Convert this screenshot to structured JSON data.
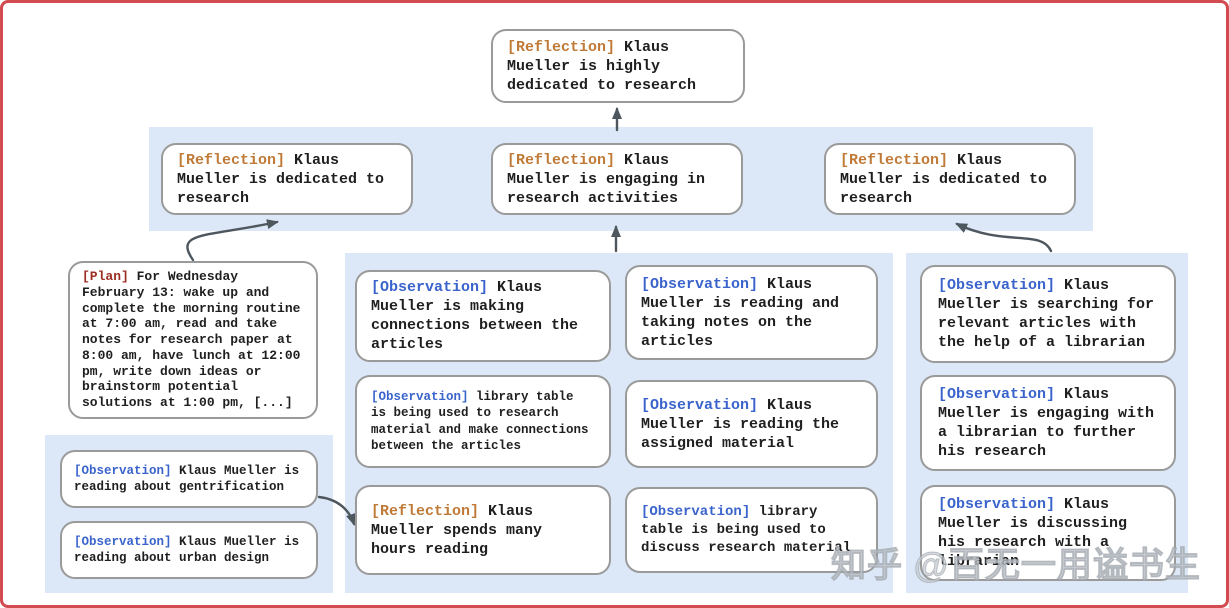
{
  "watermark": "知乎 @百无一用谥书生",
  "colors": {
    "frame_border": "#d24b50",
    "band": "#dce8f7",
    "box_border": "#9a9a9a",
    "reflection_tag": "#c07a38",
    "plan_tag": "#9c2f23",
    "observation_tag": "#3a64cc",
    "arrow": "#4e565e",
    "text": "#1f1f1f"
  },
  "nodes": {
    "top": {
      "tag": "[Reflection]",
      "text": "Klaus Mueller is highly dedicated to research"
    },
    "row2": [
      {
        "tag": "[Reflection]",
        "text": "Klaus Mueller is dedicated to research"
      },
      {
        "tag": "[Reflection]",
        "text": "Klaus Mueller is engaging in research activities"
      },
      {
        "tag": "[Reflection]",
        "text": "Klaus Mueller is dedicated to research"
      }
    ],
    "plan": {
      "tag": "[Plan]",
      "text": "For Wednesday February 13: wake up and complete the morning routine at 7:00 am, read and take notes for research paper at 8:00 am, have lunch at 12:00 pm, write down ideas or brainstorm potential solutions at 1:00 pm, [...]"
    },
    "left_obs": [
      {
        "tag": "[Observation]",
        "text": "Klaus Mueller is reading about gentrification"
      },
      {
        "tag": "[Observation]",
        "text": "Klaus Mueller is reading about urban design"
      }
    ],
    "mid_col1": [
      {
        "tag": "[Observation]",
        "text": "Klaus Mueller is making connections between the articles"
      },
      {
        "tag": "[Observation]",
        "text": "library table is being used to research material and make connections between the articles"
      },
      {
        "tag": "[Reflection]",
        "text": "Klaus Mueller spends many hours reading"
      }
    ],
    "mid_col2": [
      {
        "tag": "[Observation]",
        "text": "Klaus Mueller is reading and taking notes on the articles"
      },
      {
        "tag": "[Observation]",
        "text": "Klaus Mueller is reading the assigned material"
      },
      {
        "tag": "[Observation]",
        "text": "library table is being used to discuss research material"
      }
    ],
    "right_col": [
      {
        "tag": "[Observation]",
        "text": "Klaus Mueller is searching for relevant articles with the help of a librarian"
      },
      {
        "tag": "[Observation]",
        "text": "Klaus Mueller is engaging with a librarian to further his research"
      },
      {
        "tag": "[Observation]",
        "text": "Klaus Mueller is discussing his research with a librarian"
      }
    ]
  }
}
